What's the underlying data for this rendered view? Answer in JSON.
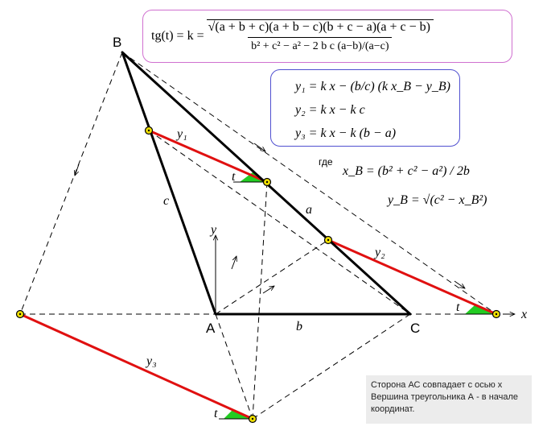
{
  "formula_top": {
    "lhs": "tg(t) = k =",
    "numerator": "√(a + b + c)(a + b − c)(b + c − a)(a + c − b)",
    "denominator": "b² + c² − a² − 2 b c (a−b)/(a−c)"
  },
  "lines": {
    "y1": "y₁ = k x − (b/c) (k x_B − y_B)",
    "y2": "y₂ = k x − k c",
    "y3": "y₃ = k x − k (b − a)"
  },
  "where": {
    "label": "где",
    "xB": "x_B = (b² + c² − a²) / 2b",
    "yB": "y_B = √(c² − x_B²)"
  },
  "labels": {
    "B": "B",
    "A": "A",
    "C": "C",
    "a": "a",
    "b": "b",
    "c": "c",
    "x": "x",
    "y": "y",
    "y1": "y₁",
    "y2": "y₂",
    "y3": "y₃",
    "t": "t"
  },
  "note": {
    "line1": "Сторона АС  совпадает с осью х",
    "line2": "Вершина треугольника А - в начале координат."
  },
  "colors": {
    "triangle": "#000000",
    "red_segment": "#e01010",
    "angle_fill": "#22cc22",
    "point": "#f0e000",
    "formula_border": "#d070d0",
    "lines_border": "#5050d0"
  }
}
